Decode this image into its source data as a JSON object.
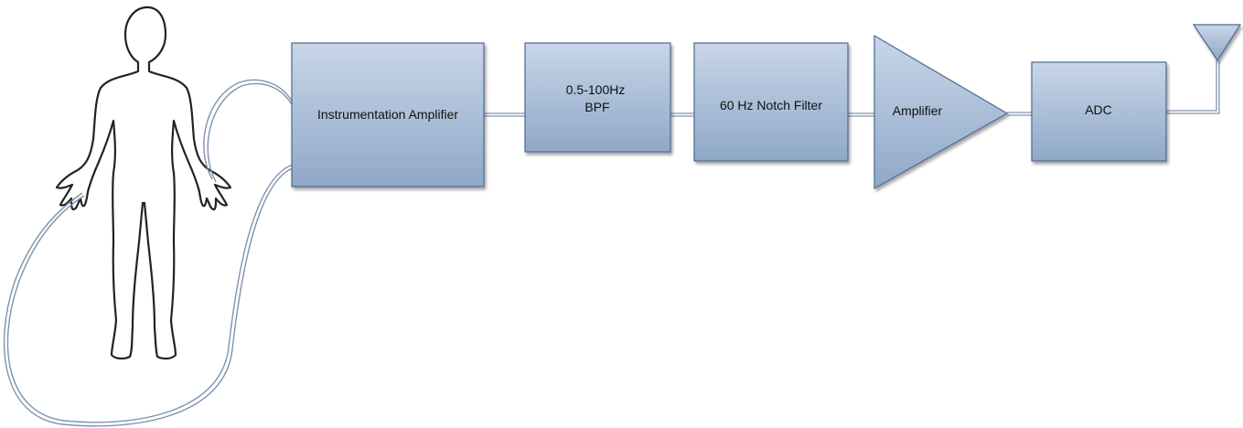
{
  "diagram": {
    "blocks": [
      {
        "id": "instrumentation-amplifier",
        "lines": [
          "Instrumentation Amplifier"
        ]
      },
      {
        "id": "bpf",
        "lines": [
          "0.5-100Hz",
          "BPF"
        ]
      },
      {
        "id": "notch-filter",
        "lines": [
          "60 Hz Notch Filter"
        ]
      },
      {
        "id": "amplifier",
        "lines": [
          "Amplifier"
        ]
      },
      {
        "id": "adc",
        "lines": [
          "ADC"
        ]
      }
    ],
    "colors": {
      "block_fill_top": "#c8d6e8",
      "block_fill_bottom": "#8fa8c8",
      "block_stroke": "#4f6a8f",
      "wire": "#7f93ad",
      "figure_outline": "#222222"
    },
    "icons": {
      "human": "human-body-outline-icon",
      "antenna": "antenna-icon"
    }
  }
}
